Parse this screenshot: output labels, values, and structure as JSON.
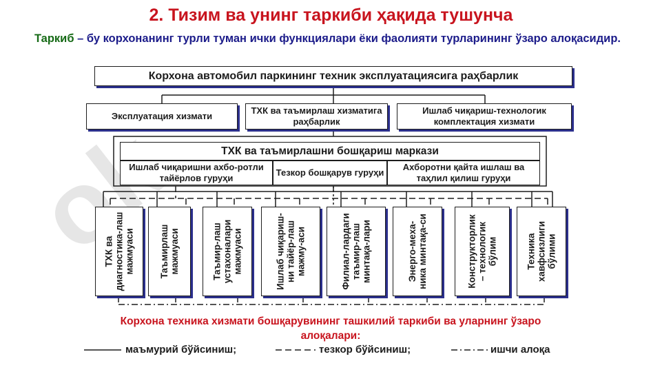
{
  "title": "2. Тизим ва унинг таркиби ҳақида тушунча",
  "intro": {
    "term": "Таркиб",
    "text": " – бу корхонанинг турли туман ички функциялари ёки фаолияти турларининг ўзаро алоқасидир."
  },
  "top_box": "Корхона автомобил паркининг техник эксплуатациясига раҳбарлик",
  "services": [
    "Эксплуатация хизмати",
    "ТХК ва таъмирлаш хизматига раҳбарлик",
    "Ишлаб чиқариш-технологик комплектация хизмати"
  ],
  "center": {
    "title": "ТХК ва таъмирлашни бошқариш маркази",
    "groups": [
      "Ишлаб чиқаришни ахбо-ротли тайёрлов гуруҳи",
      "Тезкор бошқарув гуруҳи",
      "Ахборотни қайта ишлаш ва таҳлил қилиш гуруҳи"
    ]
  },
  "units": [
    "ТХК ва диагностика-лаш мажмуаси",
    "Таъмирлаш мажмуаси",
    "Таъмир-лаш устахоналари мажмуаси",
    "Ишлаб чиқариш-ни тайёр-лаш мажму-аси",
    "Филиал-лардаги таъмир-лаш минтақа-лари",
    "Энерго-меха-ника минтақа-си",
    "Конструкторлик – технологик бўлим",
    "Техника хавфсизлиги бўлими"
  ],
  "caption": "Корхона техника хизмати бошқарувининг ташкилий таркиби ва уларнинг ўзаро алоқалари:",
  "legend": {
    "administrative": "маъмурий бўйсиниш;",
    "operational": "тезкор бўйсиниш;",
    "working": "ишчи алоқа"
  },
  "watermark": "ok"
}
